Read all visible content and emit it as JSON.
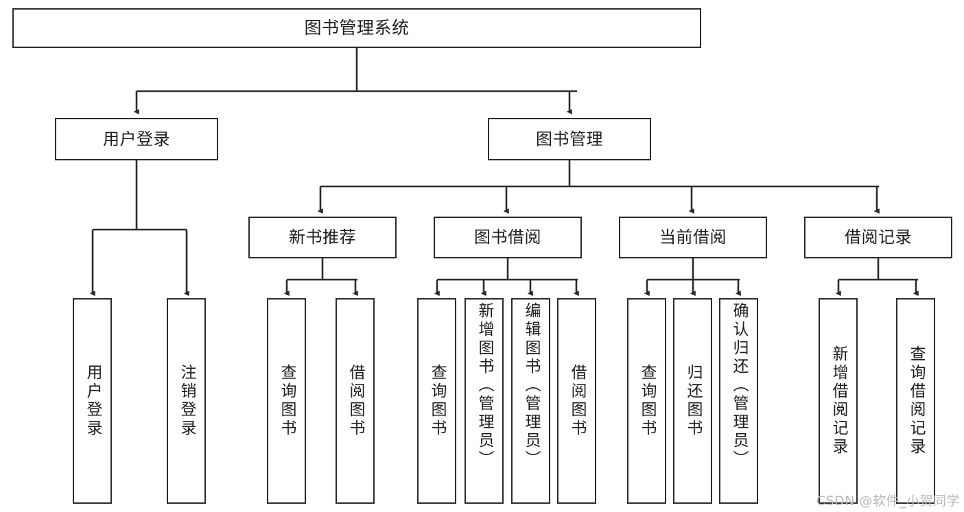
{
  "diagram": {
    "title": "图书管理系统",
    "type": "tree-hierarchy-chart",
    "watermark": "CSDN @软件_小贺同学",
    "colors": {
      "stroke": "#2b2b2b",
      "fill": "#ffffff",
      "text": "#1d1d1d",
      "watermark": "#b9b9b9"
    },
    "nodes": {
      "root": {
        "label": "图书管理系统",
        "level": 0
      },
      "l1": [
        {
          "id": "user-login",
          "label": "用户登录"
        },
        {
          "id": "book-manage",
          "label": "图书管理"
        }
      ],
      "l2": [
        {
          "id": "new-book-rec",
          "label": "新书推荐"
        },
        {
          "id": "book-borrow",
          "label": "图书借阅"
        },
        {
          "id": "current-borrow",
          "label": "当前借阅"
        },
        {
          "id": "borrow-record",
          "label": "借阅记录"
        }
      ],
      "leaves": {
        "user_login": [
          {
            "id": "leaf-user-login",
            "label": "用户登录"
          },
          {
            "id": "leaf-logout-login",
            "label": "注销登录"
          }
        ],
        "new_book_rec": [
          {
            "id": "leaf-query-book-1",
            "label": "查询图书"
          },
          {
            "id": "leaf-borrow-book-1",
            "label": "借阅图书"
          }
        ],
        "book_borrow": [
          {
            "id": "leaf-query-book-2",
            "label": "查询图书"
          },
          {
            "id": "leaf-add-book",
            "label": "新增图书（管理员）"
          },
          {
            "id": "leaf-edit-book",
            "label": "编辑图书（管理员）"
          },
          {
            "id": "leaf-borrow-book-2",
            "label": "借阅图书"
          }
        ],
        "current_borrow": [
          {
            "id": "leaf-query-book-3",
            "label": "查询图书"
          },
          {
            "id": "leaf-return-book",
            "label": "归还图书"
          },
          {
            "id": "leaf-confirm-return",
            "label": "确认归还（管理员）"
          }
        ],
        "borrow_record": [
          {
            "id": "leaf-add-record",
            "label": "新增借阅记录"
          },
          {
            "id": "leaf-query-record",
            "label": "查询借阅记录"
          }
        ]
      }
    }
  }
}
